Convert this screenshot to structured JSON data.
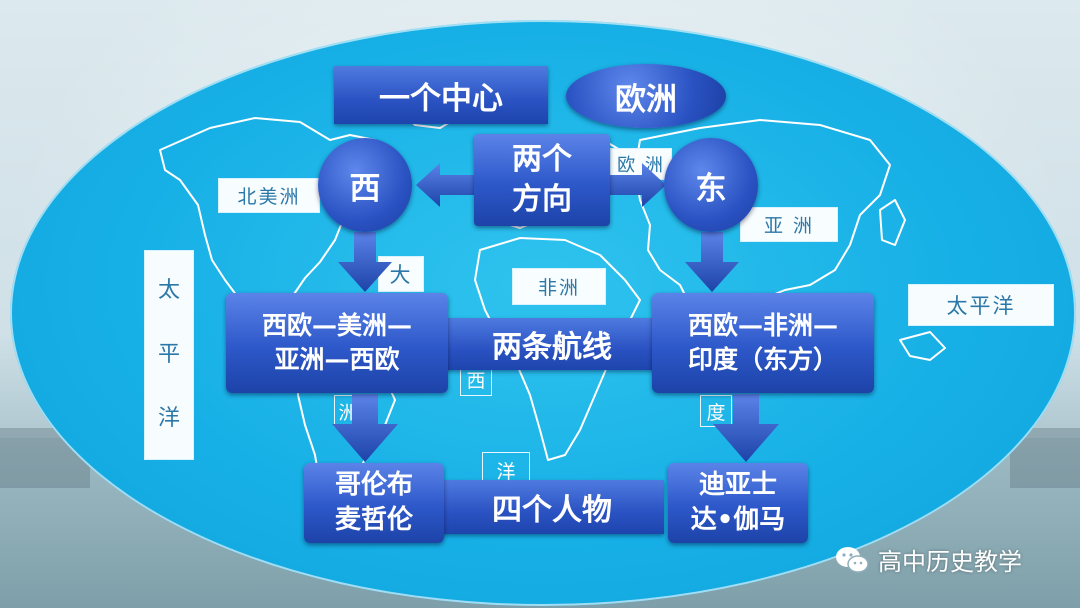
{
  "map_labels": {
    "north_america": "北美洲",
    "europe": "欧 洲",
    "asia": "亚 洲",
    "africa": "非洲",
    "pacific_right": "太平洋",
    "pacific_left": [
      "太",
      "平",
      "洋"
    ],
    "frag_da": "大",
    "frag_xi": "西",
    "frag_zhou": "洲",
    "frag_yang": "洋",
    "frag_du": "度"
  },
  "diagram": {
    "one_center": "一个中心",
    "europe": "欧洲",
    "two_directions": "两个\n方向",
    "west": "西",
    "east": "东",
    "west_route": "西欧—美洲—\n亚洲—西欧",
    "two_routes": "两条航线",
    "east_route": "西欧—非洲—\n印度（东方）",
    "columbus_magellan": "哥伦布\n麦哲伦",
    "four_people": "四个人物",
    "dias_gama": "迪亚士\n达•伽马"
  },
  "watermark": {
    "text": "高中历史教学",
    "icon": "wechat-icon"
  },
  "colors": {
    "ocean": "#17b0e6",
    "block": "#2d58c9",
    "label_text": "#2b77a8"
  }
}
